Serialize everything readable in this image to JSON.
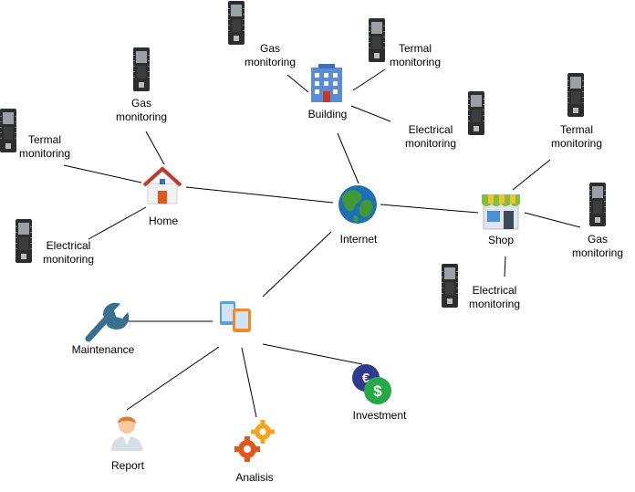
{
  "colors": {
    "edge": "#000000",
    "globe_ocean": "#1e6fb5",
    "globe_land": "#3f9a35",
    "building": "#5b8dd6",
    "house_roof": "#c0392b",
    "shop_awning": "#7fbf3f",
    "devices": "#5aa0dc",
    "device_accent": "#f08a24",
    "wrench": "#3a6f8f",
    "gear": "#f2a51e",
    "gear_dark": "#e2571d",
    "euro": "#2e3a8c",
    "dollar": "#27a845",
    "avatar_hair": "#e07b28",
    "board": "#2d2d2d"
  },
  "nodes": {
    "internet": {
      "label": "Internet",
      "icon": "globe-icon"
    },
    "building": {
      "label": "Building",
      "icon": "building-icon"
    },
    "home": {
      "label": "Home",
      "icon": "house-icon"
    },
    "shop": {
      "label": "Shop",
      "icon": "shop-icon"
    },
    "devices": {
      "label": "",
      "icon": "mobile-devices-icon"
    },
    "maintenance": {
      "label": "Maintenance",
      "icon": "wrench-icon"
    },
    "report": {
      "label": "Report",
      "icon": "user-avatar-icon"
    },
    "analisis": {
      "label": "Analisis",
      "icon": "gears-icon"
    },
    "investment": {
      "label": "Investment",
      "icon": "currency-icon"
    }
  },
  "sensors": {
    "building_gas": {
      "line1": "Gas",
      "line2": "monitoring"
    },
    "building_termal": {
      "line1": "Termal",
      "line2": "monitoring"
    },
    "building_electrical": {
      "line1": "Electrical",
      "line2": "monitoring"
    },
    "home_gas": {
      "line1": "Gas",
      "line2": "monitoring"
    },
    "home_termal": {
      "line1": "Termal",
      "line2": "monitoring"
    },
    "home_electrical": {
      "line1": "Electrical",
      "line2": "monitoring"
    },
    "shop_termal": {
      "line1": "Termal",
      "line2": "monitoring"
    },
    "shop_gas": {
      "line1": "Gas",
      "line2": "monitoring"
    },
    "shop_electrical": {
      "line1": "Electrical",
      "line2": "monitoring"
    }
  }
}
